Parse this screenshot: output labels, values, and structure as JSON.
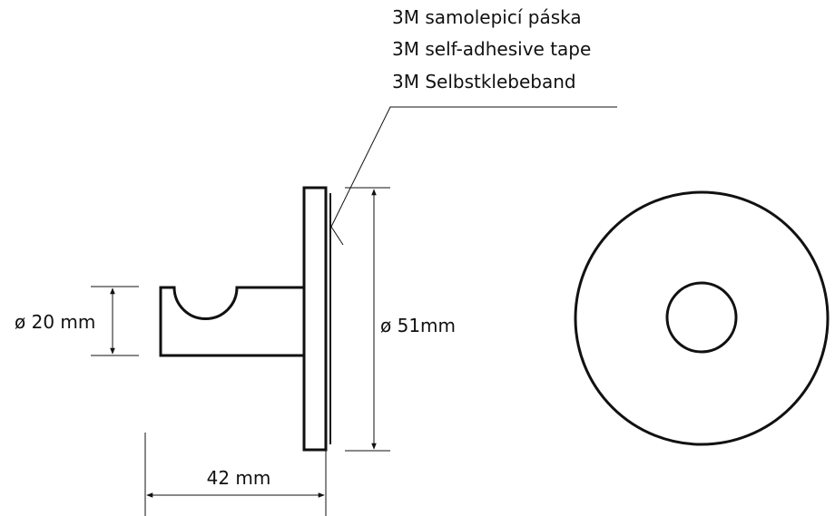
{
  "tape_labels": [
    "3M samolepicí páska",
    "3M self-adhesive tape",
    "3M Selbstklebeband"
  ],
  "dimensions": {
    "hook_diameter": "ø 20 mm",
    "plate_diameter": "ø 51mm",
    "depth": "42 mm"
  },
  "colors": {
    "line": "#111111",
    "background": "#ffffff"
  }
}
